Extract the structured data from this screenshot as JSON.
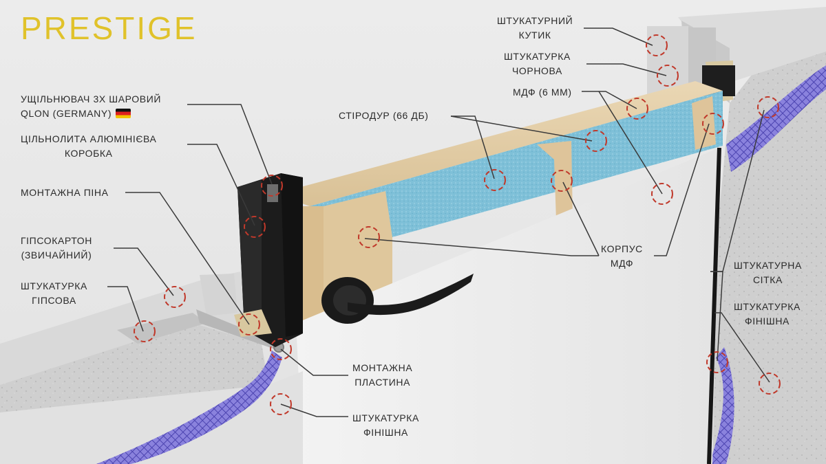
{
  "brand": {
    "name": "PRESTIGE",
    "color": "#e0c22a"
  },
  "colors": {
    "leader": "#3a3a3a",
    "marker": "#c0392b",
    "styrodur": "#7fc0d8",
    "mdf": "#e4cfa8",
    "frame": "#1b1b1b",
    "mesh": "#6b63c9"
  },
  "labels": {
    "seal": {
      "line1": "УЩІЛЬНЮВАЧ 3Х ШАРОВИЙ",
      "line2": "QLON (GERMANY)",
      "flag": "germany-flag"
    },
    "frame": {
      "line1": "ЦІЛЬНОЛИТА АЛЮМІНІЄВА",
      "line2": "КОРОБКА"
    },
    "foam": {
      "line1": "МОНТАЖНА ПІНА"
    },
    "drywall": {
      "line1": "ГІПСОКАРТОН",
      "line2": "(ЗВИЧАЙНИЙ)"
    },
    "plaster_gypsum": {
      "line1": "ШТУКАТУРКА",
      "line2": "ГІПСОВА"
    },
    "mount_plate": {
      "line1": "МОНТАЖНА",
      "line2": "ПЛАСТИНА"
    },
    "plaster_finish_left": {
      "line1": "ШТУКАТУРКА",
      "line2": "ФІНІШНА"
    },
    "styrodur": {
      "line1": "СТІРОДУР (66 дБ)"
    },
    "plaster_corner": {
      "line1": "ШТУКАТУРНИЙ",
      "line2": "КУТИК"
    },
    "plaster_rough": {
      "line1": "ШТУКАТУРКА",
      "line2": "ЧОРНОВА"
    },
    "mdf": {
      "line1": "МДФ (6 ММ)"
    },
    "body_mdf": {
      "line1": "КОРПУС",
      "line2": "МДФ"
    },
    "mesh": {
      "line1": "ШТУКАТУРНА",
      "line2": "СІТКА"
    },
    "plaster_finish_right": {
      "line1": "ШТУКАТУРКА",
      "line2": "ФІНІШНА"
    }
  }
}
